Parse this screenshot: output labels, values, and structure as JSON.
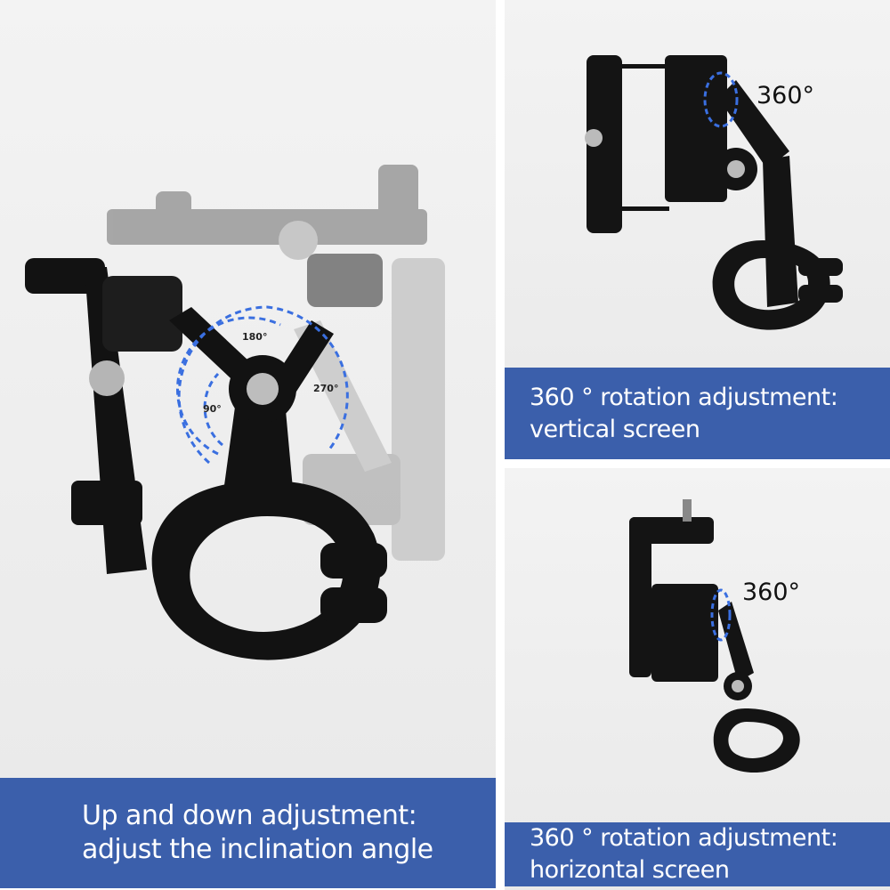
{
  "left_panel": {
    "angles": [
      "180°",
      "270°",
      "90°"
    ],
    "caption": [
      "Up and down adjustment:",
      "adjust the inclination angle"
    ]
  },
  "top_right_panel": {
    "rotation_label": "360°",
    "caption": [
      "360 ° rotation adjustment:",
      "vertical screen"
    ]
  },
  "bottom_right_panel": {
    "rotation_label": "360°",
    "caption": [
      "360 ° rotation adjustment:",
      "horizontal screen"
    ]
  },
  "colors": {
    "banner": "#3b5fab",
    "arrow": "#3a6fe0",
    "product": "#111111"
  }
}
